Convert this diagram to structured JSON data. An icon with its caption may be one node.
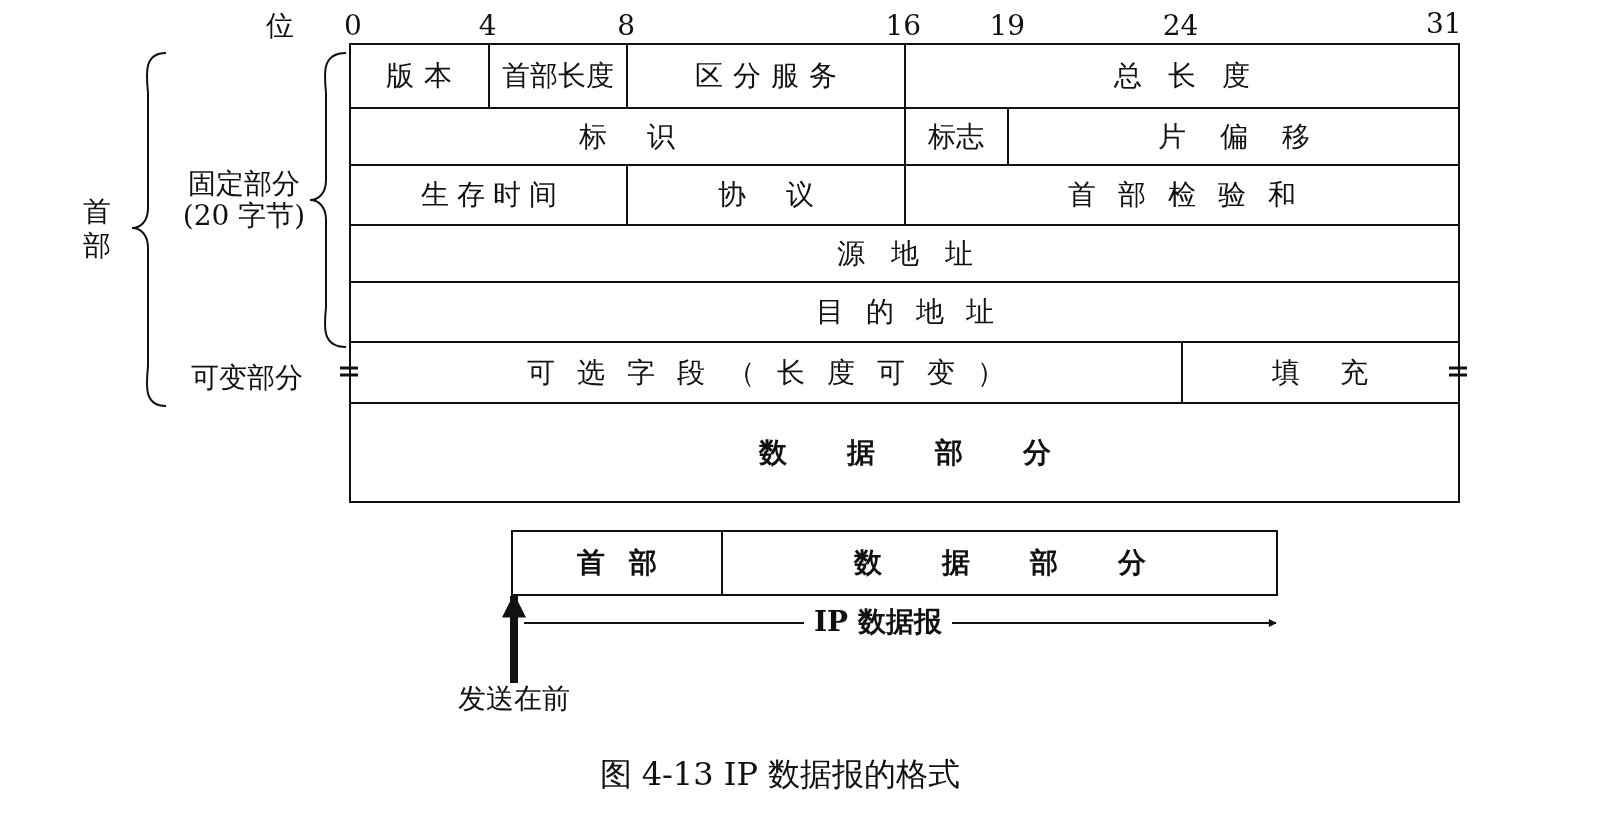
{
  "diagram": {
    "caption": "图 4-13 IP 数据报的格式",
    "nodes": [
      {
        "text": [
          "版本"
        ]
      },
      {
        "text": [
          "首部长度"
        ]
      },
      {
        "text": [
          "区分服务"
        ]
      },
      {
        "text": [
          "总长度"
        ]
      },
      {
        "text": [
          "标识"
        ]
      },
      {
        "text": [
          "标志"
        ]
      },
      {
        "text": [
          "片偏移"
        ]
      },
      {
        "text": [
          "生存时间"
        ]
      },
      {
        "text": [
          "协议"
        ]
      },
      {
        "text": [
          "首部检验和"
        ]
      },
      {
        "text": [
          "源地址"
        ]
      },
      {
        "text": [
          "目的地址"
        ]
      },
      {
        "text": [
          "可选字段（长度可变）"
        ]
      },
      {
        "text": [
          "填充"
        ]
      },
      {
        "text": [
          "数据部分"
        ]
      },
      {
        "text": [
          "首部"
        ]
      },
      {
        "text": [
          "数据部分"
        ]
      },
      {
        "text": [
          "发送在前"
        ]
      }
    ],
    "edges": [
      {
        "from": 17,
        "to": 15,
        "arrow": "to"
      }
    ],
    "labels": [
      "位",
      "0",
      "4",
      "8",
      "16",
      "19",
      "24",
      "31",
      "首部",
      "固定部分 (20 字节)",
      "可变部分",
      "IP 数据报"
    ]
  }
}
